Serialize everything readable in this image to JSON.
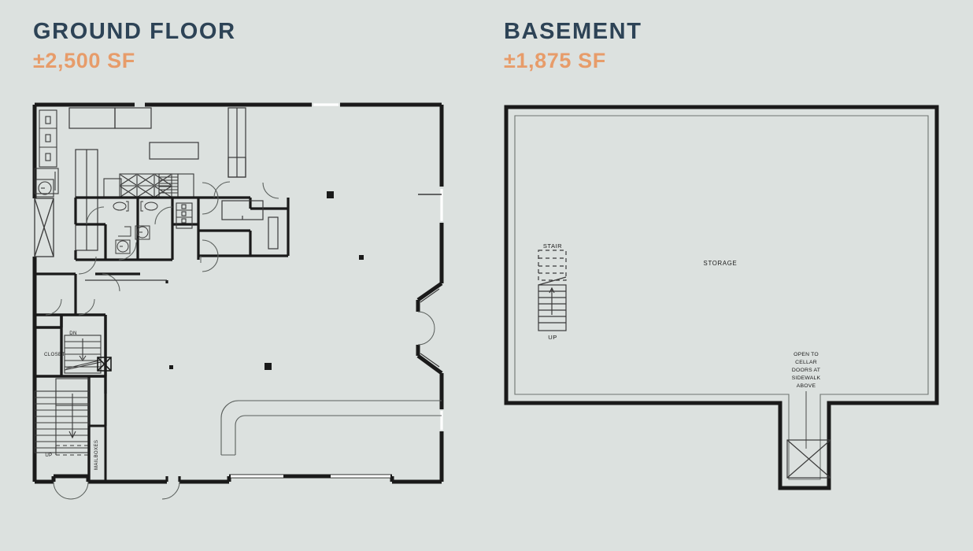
{
  "page": {
    "background_color": "#dce1df",
    "title_color": "#2d4356",
    "area_color": "#e79c6a",
    "wall_color": "#1a1a1a",
    "thin_line_color": "#6e7470"
  },
  "panels": [
    {
      "id": "ground",
      "title": "GROUND FLOOR",
      "area": "±2,500 SF",
      "labels": {
        "closet": "CLOSET",
        "stair_down": "DN",
        "stair_up": "UP",
        "mailboxes": "MAILBOXES"
      }
    },
    {
      "id": "basement",
      "title": "BASEMENT",
      "area": "±1,875 SF",
      "labels": {
        "stair": "STAIR",
        "stair_up": "UP",
        "storage": "STORAGE",
        "cellar_note_line1": "OPEN TO",
        "cellar_note_line2": "CELLAR",
        "cellar_note_line3": "DOORS AT",
        "cellar_note_line4": "SIDEWALK",
        "cellar_note_line5": "ABOVE"
      }
    }
  ]
}
